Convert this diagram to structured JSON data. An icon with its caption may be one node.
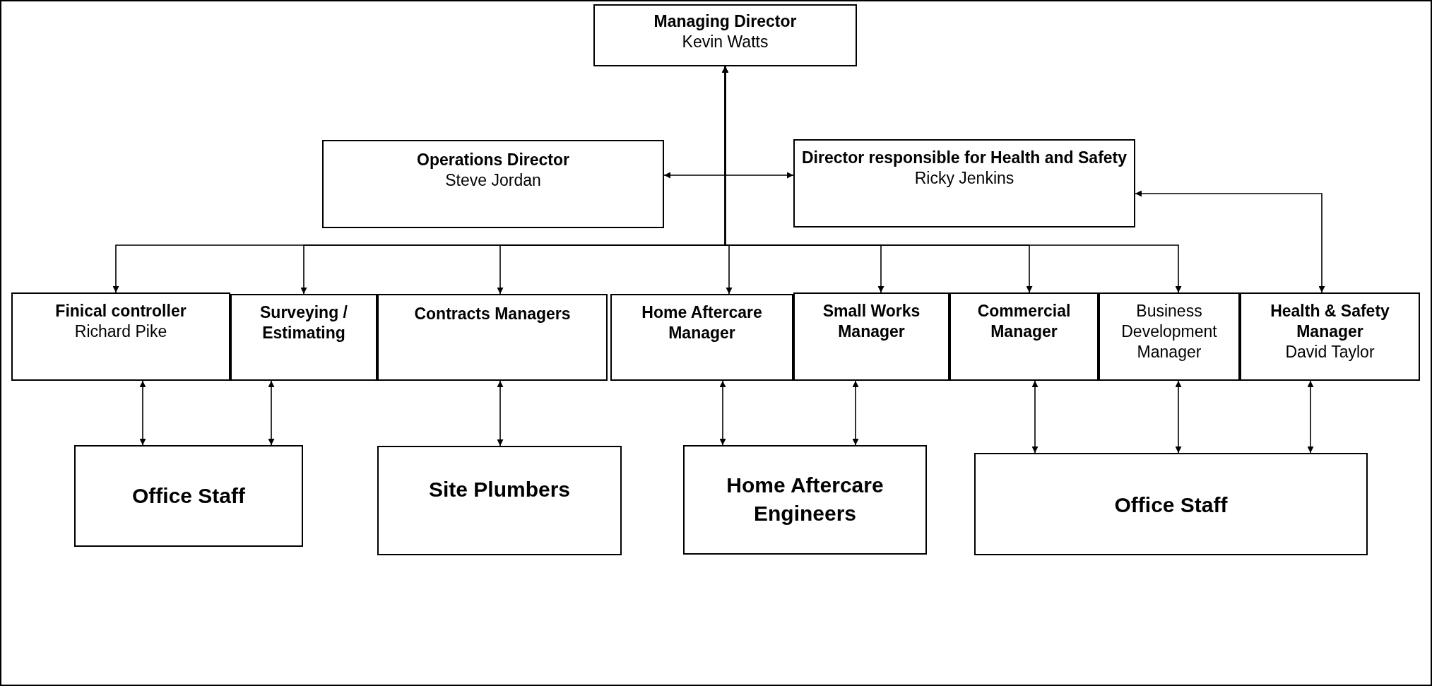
{
  "diagram": {
    "nodes": [
      {
        "text": [
          "Managing Director",
          "Kevin Watts"
        ]
      },
      {
        "text": [
          "Operations Director",
          "Steve Jordan"
        ]
      },
      {
        "text": [
          "Director responsible for Health and Safety",
          "Ricky Jenkins"
        ]
      },
      {
        "text": [
          "Finical controller",
          "Richard Pike"
        ]
      },
      {
        "text": [
          "Surveying / Estimating"
        ]
      },
      {
        "text": [
          "Contracts Managers"
        ]
      },
      {
        "text": [
          "Home Aftercare Manager"
        ]
      },
      {
        "text": [
          "Small Works Manager"
        ]
      },
      {
        "text": [
          "Commercial Manager"
        ]
      },
      {
        "text": [
          "Business Development Manager"
        ]
      },
      {
        "text": [
          "Health & Safety Manager",
          "David Taylor"
        ]
      },
      {
        "text": [
          "Office Staff"
        ]
      },
      {
        "text": [
          "Site Plumbers"
        ]
      },
      {
        "text": [
          "Home Aftercare Engineers"
        ]
      },
      {
        "text": [
          "Office Staff"
        ]
      }
    ],
    "edges": [
      {
        "from": 0,
        "to": 1,
        "arrow": "both"
      },
      {
        "from": 0,
        "to": 2,
        "arrow": "both"
      },
      {
        "from": 0,
        "to": 3,
        "arrow": "both"
      },
      {
        "from": 0,
        "to": 4,
        "arrow": "both"
      },
      {
        "from": 0,
        "to": 5,
        "arrow": "both"
      },
      {
        "from": 0,
        "to": 6,
        "arrow": "both"
      },
      {
        "from": 0,
        "to": 7,
        "arrow": "both"
      },
      {
        "from": 0,
        "to": 8,
        "arrow": "both"
      },
      {
        "from": 0,
        "to": 9,
        "arrow": "both"
      },
      {
        "from": 2,
        "to": 10,
        "arrow": "both"
      },
      {
        "from": 3,
        "to": 11,
        "arrow": "both"
      },
      {
        "from": 4,
        "to": 11,
        "arrow": "both"
      },
      {
        "from": 5,
        "to": 12,
        "arrow": "both"
      },
      {
        "from": 6,
        "to": 13,
        "arrow": "both"
      },
      {
        "from": 7,
        "to": 13,
        "arrow": "both"
      },
      {
        "from": 8,
        "to": 14,
        "arrow": "both"
      },
      {
        "from": 9,
        "to": 14,
        "arrow": "both"
      },
      {
        "from": 10,
        "to": 14,
        "arrow": "both"
      }
    ]
  }
}
